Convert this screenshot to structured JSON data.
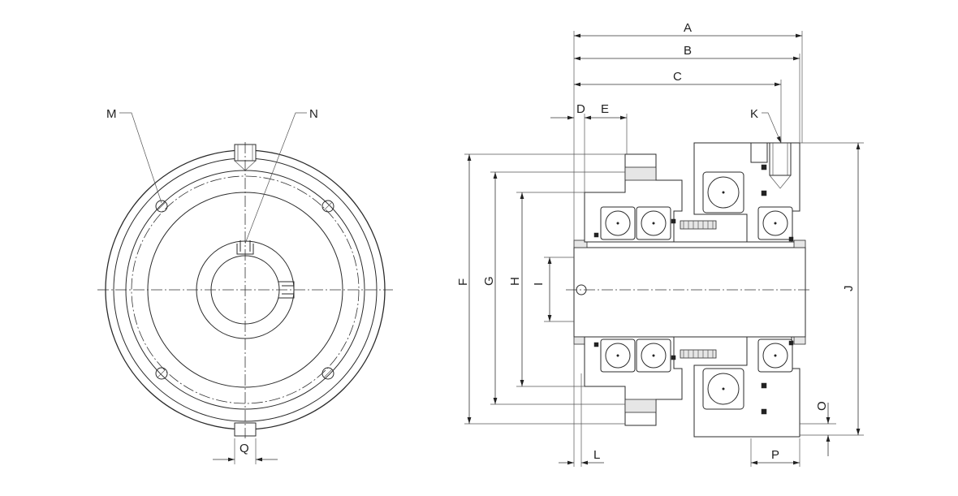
{
  "labels": {
    "A": "A",
    "B": "B",
    "C": "C",
    "D": "D",
    "E": "E",
    "F": "F",
    "G": "G",
    "H": "H",
    "I": "I",
    "J": "J",
    "K": "K",
    "L": "L",
    "M": "M",
    "N": "N",
    "O": "O",
    "P": "P",
    "Q": "Q"
  },
  "colors": {
    "line": "#2b2b2b",
    "fill": "#ffffff",
    "shade": "#e6e6e6"
  }
}
